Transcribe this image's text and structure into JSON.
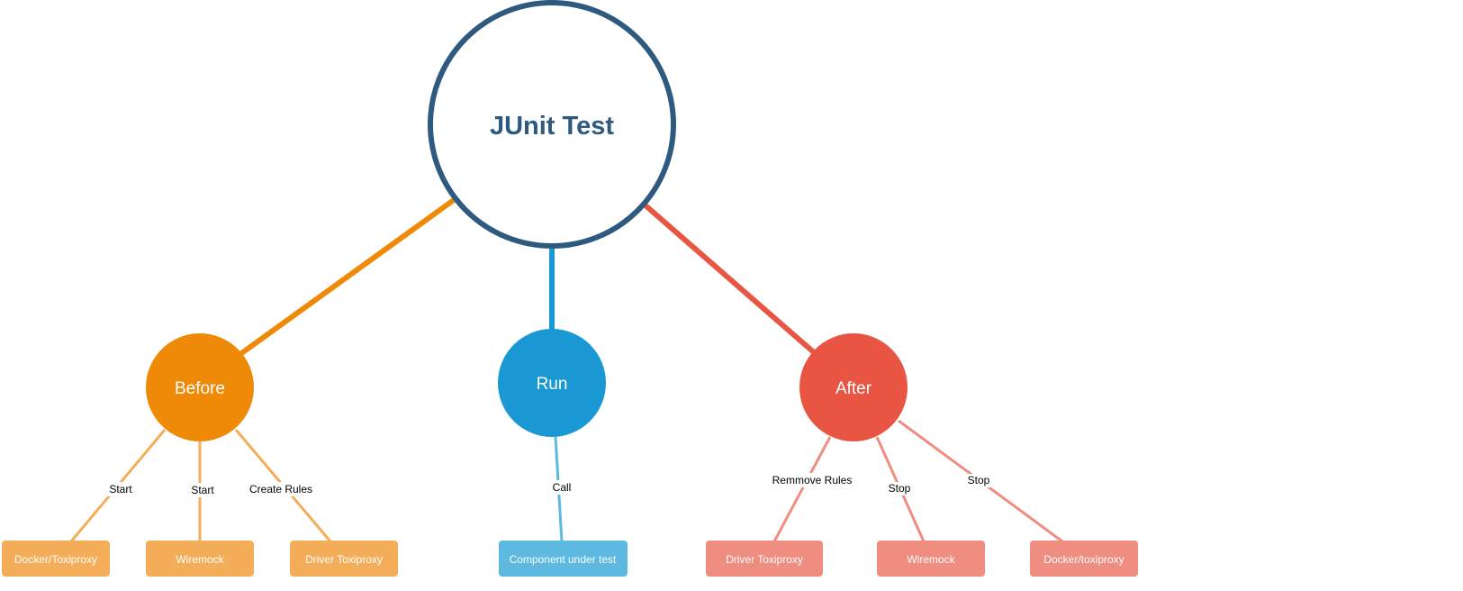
{
  "root": {
    "label": "JUnit Test",
    "color": "#2f5a80"
  },
  "phases": [
    {
      "id": "before",
      "label": "Before",
      "color": "#ef8a08",
      "leaf_color": "#f4ae5a",
      "leaves": [
        {
          "edge_label": "Start",
          "label": "Docker/Toxiproxy"
        },
        {
          "edge_label": "Start",
          "label": "Wiremock"
        },
        {
          "edge_label": "Create Rules",
          "label": "Driver Toxiproxy"
        }
      ]
    },
    {
      "id": "run",
      "label": "Run",
      "color": "#1a98d4",
      "leaf_color": "#5db9e0",
      "leaves": [
        {
          "edge_label": "Call",
          "label": "Component under test"
        }
      ]
    },
    {
      "id": "after",
      "label": "After",
      "color": "#e85643",
      "leaf_color": "#ef8d80",
      "leaves": [
        {
          "edge_label": "Remmove Rules",
          "label": "Driver Toxiproxy"
        },
        {
          "edge_label": "Stop",
          "label": "Wiremock"
        },
        {
          "edge_label": "Stop",
          "label": "Docker/toxiproxy"
        }
      ]
    }
  ]
}
